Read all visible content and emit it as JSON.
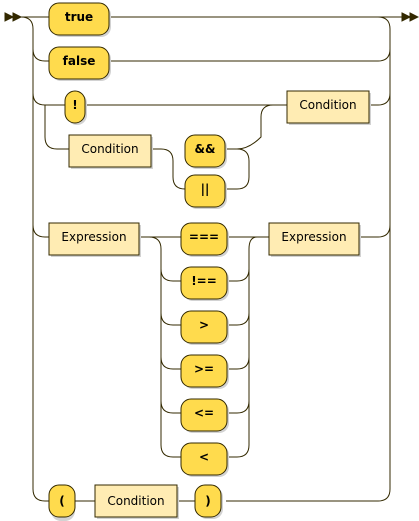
{
  "terminals": {
    "true": "true",
    "false": "false",
    "not": "!",
    "and": "&&",
    "or": "||",
    "strict_eq": "===",
    "strict_neq": "!==",
    "gt": ">",
    "gte": ">=",
    "lte": "<=",
    "lt": "<",
    "open_paren": "(",
    "close_paren": ")"
  },
  "nonterminals": {
    "condition": "Condition",
    "expression": "Expression"
  },
  "colors": {
    "terminal_fill": "#ffdb4d",
    "nonterminal_fill": "#ffecb3",
    "stroke": "#332900"
  }
}
